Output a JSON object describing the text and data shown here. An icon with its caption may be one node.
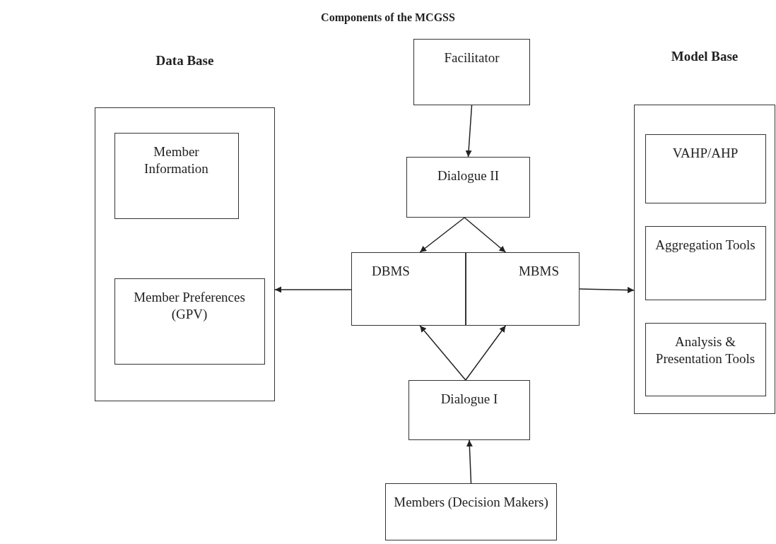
{
  "diagram": {
    "title": "Components of the MCGSS",
    "nodes": [
      {
        "text": [
          "Data Base"
        ]
      },
      {
        "text": [
          "Member Information"
        ],
        "in": 0
      },
      {
        "text": [
          "Member Preferences (GPV)"
        ],
        "in": 0
      },
      {
        "text": [
          "Facilitator"
        ]
      },
      {
        "text": [
          "Dialogue II"
        ]
      },
      {
        "text": [
          "DBMS"
        ]
      },
      {
        "text": [
          "MBMS"
        ]
      },
      {
        "text": [
          "Model Base"
        ]
      },
      {
        "text": [
          "VAHP/AHP"
        ],
        "in": 7
      },
      {
        "text": [
          "Aggregation Tools"
        ],
        "in": 7
      },
      {
        "text": [
          "Analysis & Presentation Tools"
        ],
        "in": 7
      },
      {
        "text": [
          "Dialogue I"
        ]
      },
      {
        "text": [
          "Members (Decision Makers)"
        ]
      }
    ],
    "edges": [
      {
        "from": 3,
        "to": 4,
        "arrow": "to"
      },
      {
        "from": 4,
        "to": 5,
        "arrow": "to"
      },
      {
        "from": 4,
        "to": 6,
        "arrow": "to"
      },
      {
        "from": 11,
        "to": 5,
        "arrow": "to"
      },
      {
        "from": 11,
        "to": 6,
        "arrow": "to"
      },
      {
        "from": 12,
        "to": 11,
        "arrow": "to"
      },
      {
        "from": 5,
        "to": 0,
        "arrow": "to"
      },
      {
        "from": 6,
        "to": 7,
        "arrow": "to"
      }
    ]
  }
}
